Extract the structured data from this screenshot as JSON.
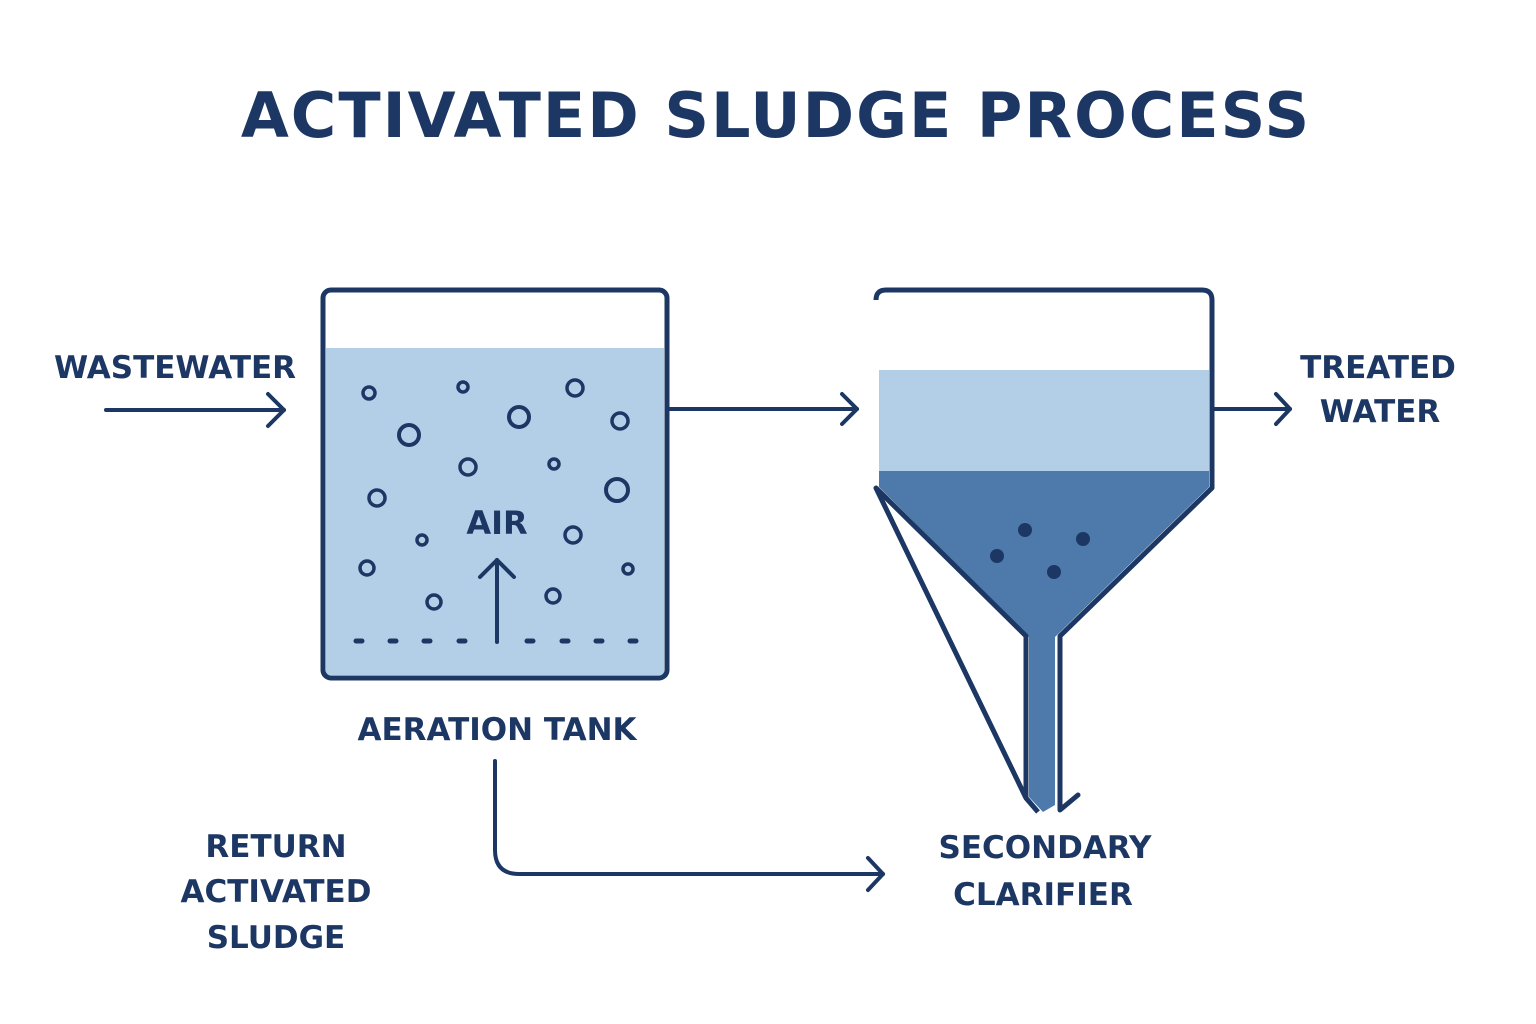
{
  "title": "ACTIVATED SLUDGE PROCESS",
  "colors": {
    "stroke": "#1c3763",
    "water_light": "#b3cfe8",
    "sludge": "#4e7aab",
    "background": "#ffffff"
  },
  "labels": {
    "wastewater": "WASTEWATER",
    "treated_line1": "TREATED",
    "treated_line2": "WATER",
    "air": "AIR",
    "aeration_tank": "AERATION TANK",
    "return_line1": "RETURN",
    "return_line2": "ACTIVATED",
    "return_line3": "SLUDGE",
    "clarifier_line1": "SECONDARY",
    "clarifier_line2": "CLARIFIER"
  },
  "nodes": [
    {
      "id": "aeration-tank",
      "label": "AERATION TANK"
    },
    {
      "id": "secondary-clarifier",
      "label": "SECONDARY CLARIFIER"
    }
  ],
  "edges": [
    {
      "from": "wastewater-inlet",
      "to": "aeration-tank"
    },
    {
      "from": "aeration-tank",
      "to": "secondary-clarifier"
    },
    {
      "from": "secondary-clarifier",
      "to": "treated-water-outlet"
    },
    {
      "from": "aeration-tank",
      "to": "secondary-clarifier",
      "label": "RETURN ACTIVATED SLUDGE"
    }
  ]
}
